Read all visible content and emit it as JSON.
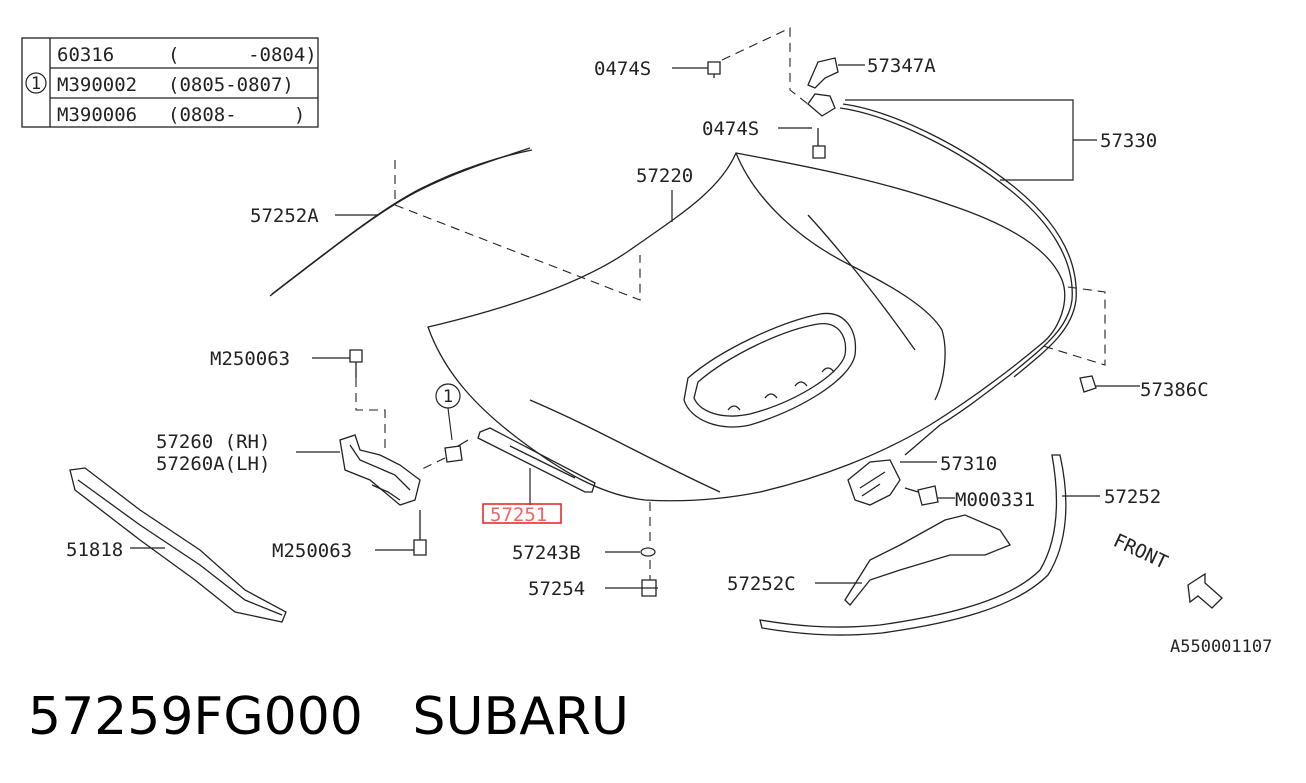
{
  "table": {
    "ref": "1",
    "rows": [
      {
        "part": "60316",
        "range": "(      -0804)"
      },
      {
        "part": "M390002",
        "range": "(0805-0807)"
      },
      {
        "part": "M390006",
        "range": "(0808-     )"
      }
    ]
  },
  "labels": {
    "l0474s_top": "0474S",
    "l57347a": "57347A",
    "l0474s_mid": "0474S",
    "l57330": "57330",
    "l57220": "57220",
    "l57252a": "57252A",
    "l57386c": "57386C",
    "lm250063_top": "M250063",
    "l57260rh": "57260 (RH)",
    "l57260alh": "57260A(LH)",
    "l57310": "57310",
    "lm000331": "M000331",
    "l57252": "57252",
    "l57251": "57251",
    "l51818": "51818",
    "lm250063_bot": "M250063",
    "l57243b": "57243B",
    "l57252c": "57252C",
    "l57254": "57254",
    "front": "FRONT",
    "callout": "1",
    "diagram_id": "A550001107"
  },
  "selected_part": "57251",
  "part_number": "57259FG000",
  "brand": "SUBARU",
  "colors": {
    "highlight": "#e02020",
    "line": "#222222"
  }
}
